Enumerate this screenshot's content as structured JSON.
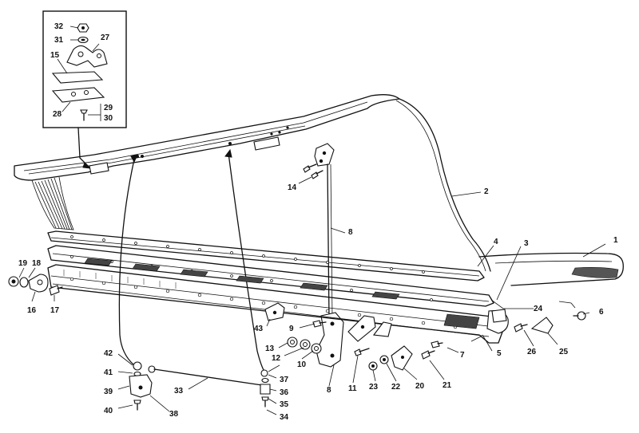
{
  "callouts": [
    {
      "id": "c1",
      "text": "1"
    },
    {
      "id": "c2",
      "text": "2"
    },
    {
      "id": "c3",
      "text": "3"
    },
    {
      "id": "c4",
      "text": "4"
    },
    {
      "id": "c5",
      "text": "5"
    },
    {
      "id": "c6",
      "text": "6"
    },
    {
      "id": "c7",
      "text": "7"
    },
    {
      "id": "c8a",
      "text": "8"
    },
    {
      "id": "c8b",
      "text": "8"
    },
    {
      "id": "c9",
      "text": "9"
    },
    {
      "id": "c10",
      "text": "10"
    },
    {
      "id": "c11",
      "text": "11"
    },
    {
      "id": "c12",
      "text": "12"
    },
    {
      "id": "c13",
      "text": "13"
    },
    {
      "id": "c14",
      "text": "14"
    },
    {
      "id": "c15",
      "text": "15"
    },
    {
      "id": "c16",
      "text": "16"
    },
    {
      "id": "c17",
      "text": "17"
    },
    {
      "id": "c18",
      "text": "18"
    },
    {
      "id": "c19",
      "text": "19"
    },
    {
      "id": "c20",
      "text": "20"
    },
    {
      "id": "c21",
      "text": "21"
    },
    {
      "id": "c22",
      "text": "22"
    },
    {
      "id": "c23",
      "text": "23"
    },
    {
      "id": "c24",
      "text": "24"
    },
    {
      "id": "c25",
      "text": "25"
    },
    {
      "id": "c26",
      "text": "26"
    },
    {
      "id": "c27",
      "text": "27"
    },
    {
      "id": "c28",
      "text": "28"
    },
    {
      "id": "c29",
      "text": "29"
    },
    {
      "id": "c30",
      "text": "30"
    },
    {
      "id": "c31",
      "text": "31"
    },
    {
      "id": "c32",
      "text": "32"
    },
    {
      "id": "c33",
      "text": "33"
    },
    {
      "id": "c34",
      "text": "34"
    },
    {
      "id": "c35",
      "text": "35"
    },
    {
      "id": "c36",
      "text": "36"
    },
    {
      "id": "c37",
      "text": "37"
    },
    {
      "id": "c38",
      "text": "38"
    },
    {
      "id": "c39",
      "text": "39"
    },
    {
      "id": "c40",
      "text": "40"
    },
    {
      "id": "c41",
      "text": "41"
    },
    {
      "id": "c42",
      "text": "42"
    },
    {
      "id": "c43",
      "text": "43"
    }
  ]
}
